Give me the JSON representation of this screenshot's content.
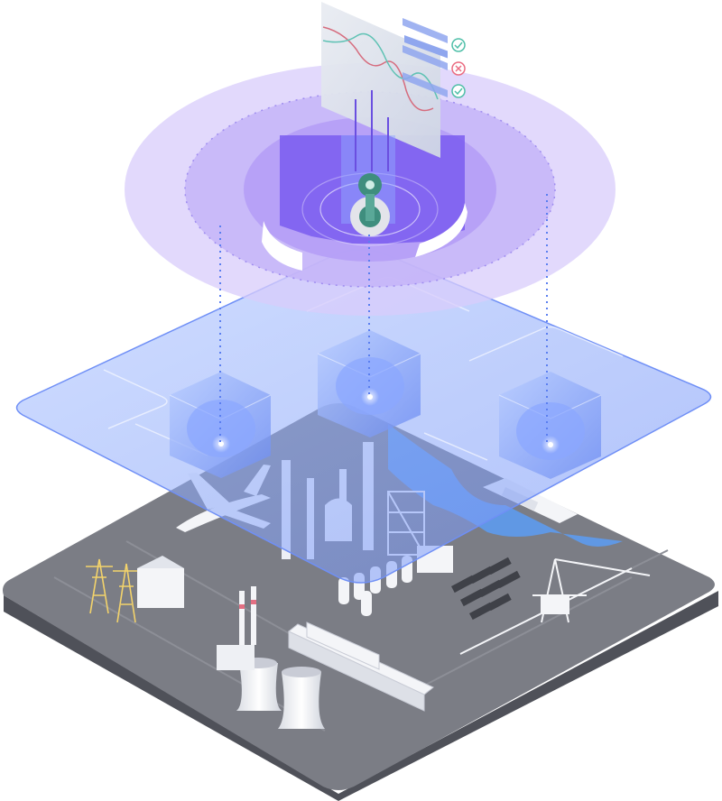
{
  "colors": {
    "background": "#ffffff",
    "ground_top": "#7b7d85",
    "ground_side": "#55575f",
    "glass_layer": "#8fb0ff",
    "water": "#5c9cf4",
    "ring_outer": "#d8ccfb",
    "ring_mid": "#c3b2f8",
    "ring_inner": "#a98ef5",
    "accent_violet": "#7a5cf0",
    "gear_green": "#3f8e7e",
    "building_white": "#f4f5f8",
    "check_green": "#4fbfa8",
    "cross_red": "#ea6d82",
    "bar_blue": "#8fa6ee",
    "line_red": "#d66c7e",
    "line_teal": "#5fc2b4"
  },
  "icons": {
    "central_hub": "gear-icon",
    "status_ok": "check-circle-icon",
    "status_error": "cross-circle-icon",
    "node": "sensor-cube-icon"
  },
  "dashboard_panel": {
    "status_items": [
      "ok",
      "error",
      "ok"
    ]
  },
  "layers": [
    "platform-rings",
    "network-layer",
    "industrial-ground"
  ],
  "ground_assets": [
    "power-pylons",
    "substation",
    "airplane",
    "refinery",
    "storage-tanks",
    "cooling-towers",
    "freight-train",
    "cargo-ship",
    "harbor-crane",
    "container-yard"
  ]
}
